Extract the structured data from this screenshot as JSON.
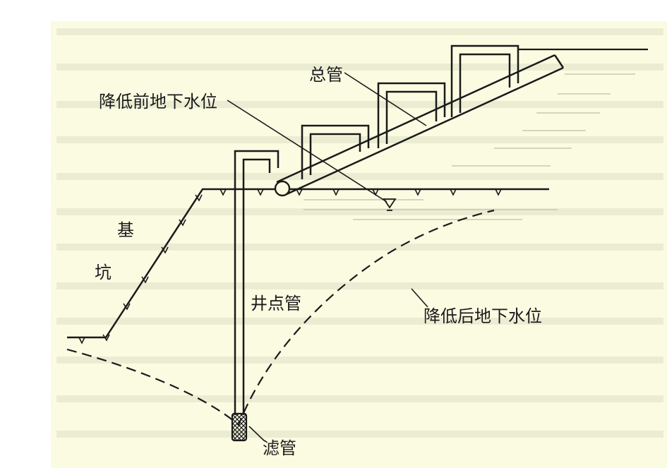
{
  "labels": {
    "header_pipe": "总管",
    "original_water_table": "降低前地下水位",
    "pit_char_1": "基",
    "pit_char_2": "坑",
    "well_point_pipe": "井点管",
    "lowered_water_table": "降低后地下水位",
    "filter_pipe": "滤管"
  },
  "colors": {
    "ink": "#1a1a1a",
    "paper": "#fbfbe2",
    "watermark": "#e6e8c8",
    "hatch": "#e6e8c8"
  }
}
